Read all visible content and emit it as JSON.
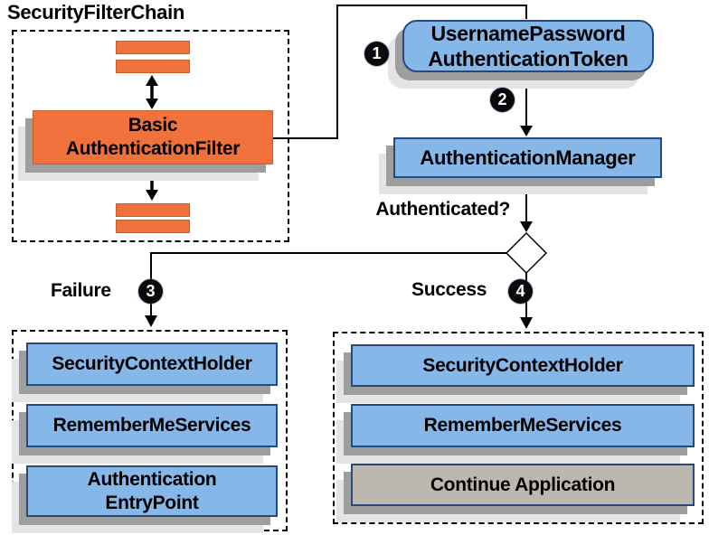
{
  "colors": {
    "orange": "#F0713C",
    "orange_border": "#CE5B2A",
    "blue": "#85B7E9",
    "blue_border": "#28497E",
    "gray_box": "#BDB8AE",
    "shadow_dark": "#9E9E9E",
    "shadow_light": "#E4E4E4"
  },
  "title": "SecurityFilterChain",
  "filter_chain": {
    "basic_filter": {
      "line1": "Basic",
      "line2": "AuthenticationFilter"
    }
  },
  "flow": {
    "token": {
      "line1": "UsernamePassword",
      "line2": "AuthenticationToken"
    },
    "auth_manager": "AuthenticationManager",
    "decision": "Authenticated?",
    "failure_label": "Failure",
    "success_label": "Success"
  },
  "steps": {
    "s1": "1",
    "s2": "2",
    "s3": "3",
    "s4": "4"
  },
  "failure_panel": {
    "security_context_holder": "SecurityContextHolder",
    "remember_me_services": "RememberMeServices",
    "authentication_entry_point": {
      "line1": "Authentication",
      "line2": "EntryPoint"
    }
  },
  "success_panel": {
    "security_context_holder": "SecurityContextHolder",
    "remember_me_services": "RememberMeServices",
    "continue_application": "Continue Application"
  }
}
